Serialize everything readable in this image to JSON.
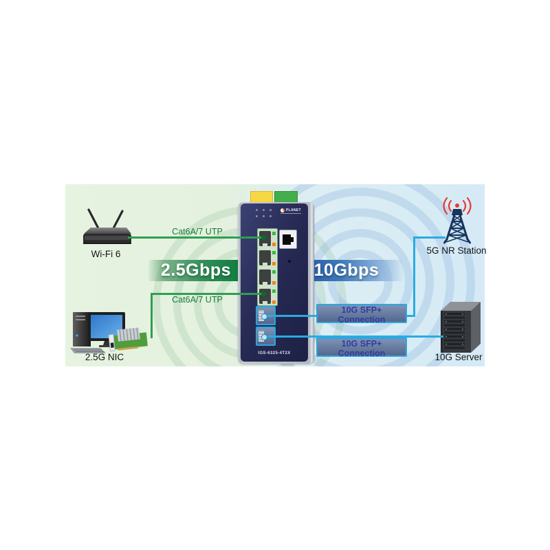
{
  "diagram": {
    "banners": {
      "left": {
        "label": "2.5Gbps",
        "color_start": "#6aaa7d",
        "color_end": "#0c7a3e"
      },
      "right": {
        "label": "10Gbps",
        "color_start": "#2b5ca6",
        "color_end": "#cfe2f4"
      }
    },
    "devices": {
      "wifi": {
        "label": "Wi-Fi 6"
      },
      "nic": {
        "label": "2.5G NIC"
      },
      "tower": {
        "label": "5G NR Station"
      },
      "server": {
        "label": "10G Server"
      }
    },
    "switch": {
      "brand": "PLANET",
      "model": "IGS-6325-4T2X",
      "port_led_colors": {
        "link": "#3db54a",
        "activity": "#f08221"
      }
    },
    "connections": {
      "utp_top": {
        "label": "Cat6A/7 UTP",
        "color": "#2f9e51"
      },
      "utp_bottom": {
        "label": "Cat6A/7 UTP",
        "color": "#2f9e51"
      },
      "sfp_top": {
        "label": "10G SFP+ Connection",
        "color": "#29abe2"
      },
      "sfp_bottom": {
        "label": "10G SFP+ Connection",
        "color": "#29abe2"
      }
    }
  }
}
